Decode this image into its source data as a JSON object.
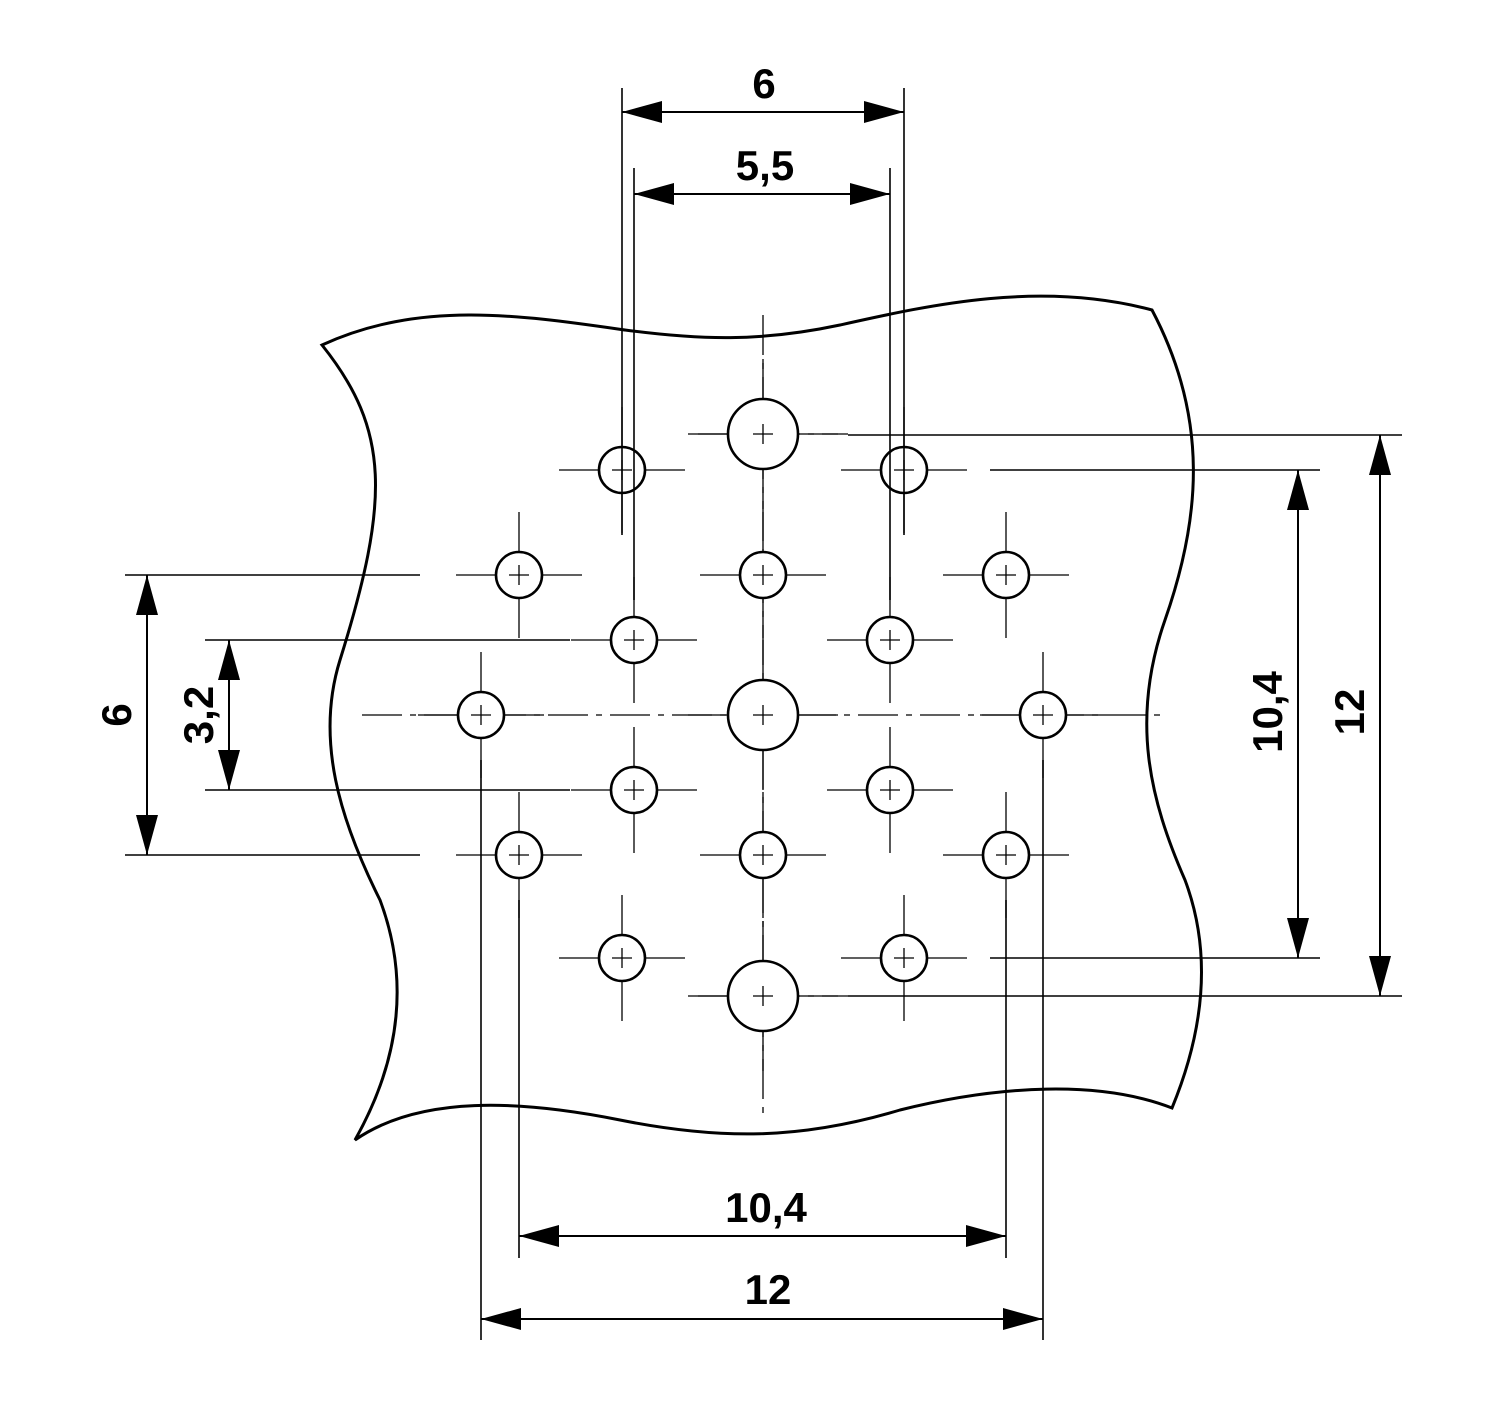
{
  "dimensions": {
    "top_outer": "6",
    "top_inner": "5,5",
    "left_outer": "6",
    "left_inner": "3,2",
    "right_inner": "10,4",
    "right_outer": "12",
    "bottom_inner": "10,4",
    "bottom_outer": "12"
  },
  "colors": {
    "ink": "#000000",
    "paper": "#ffffff"
  }
}
